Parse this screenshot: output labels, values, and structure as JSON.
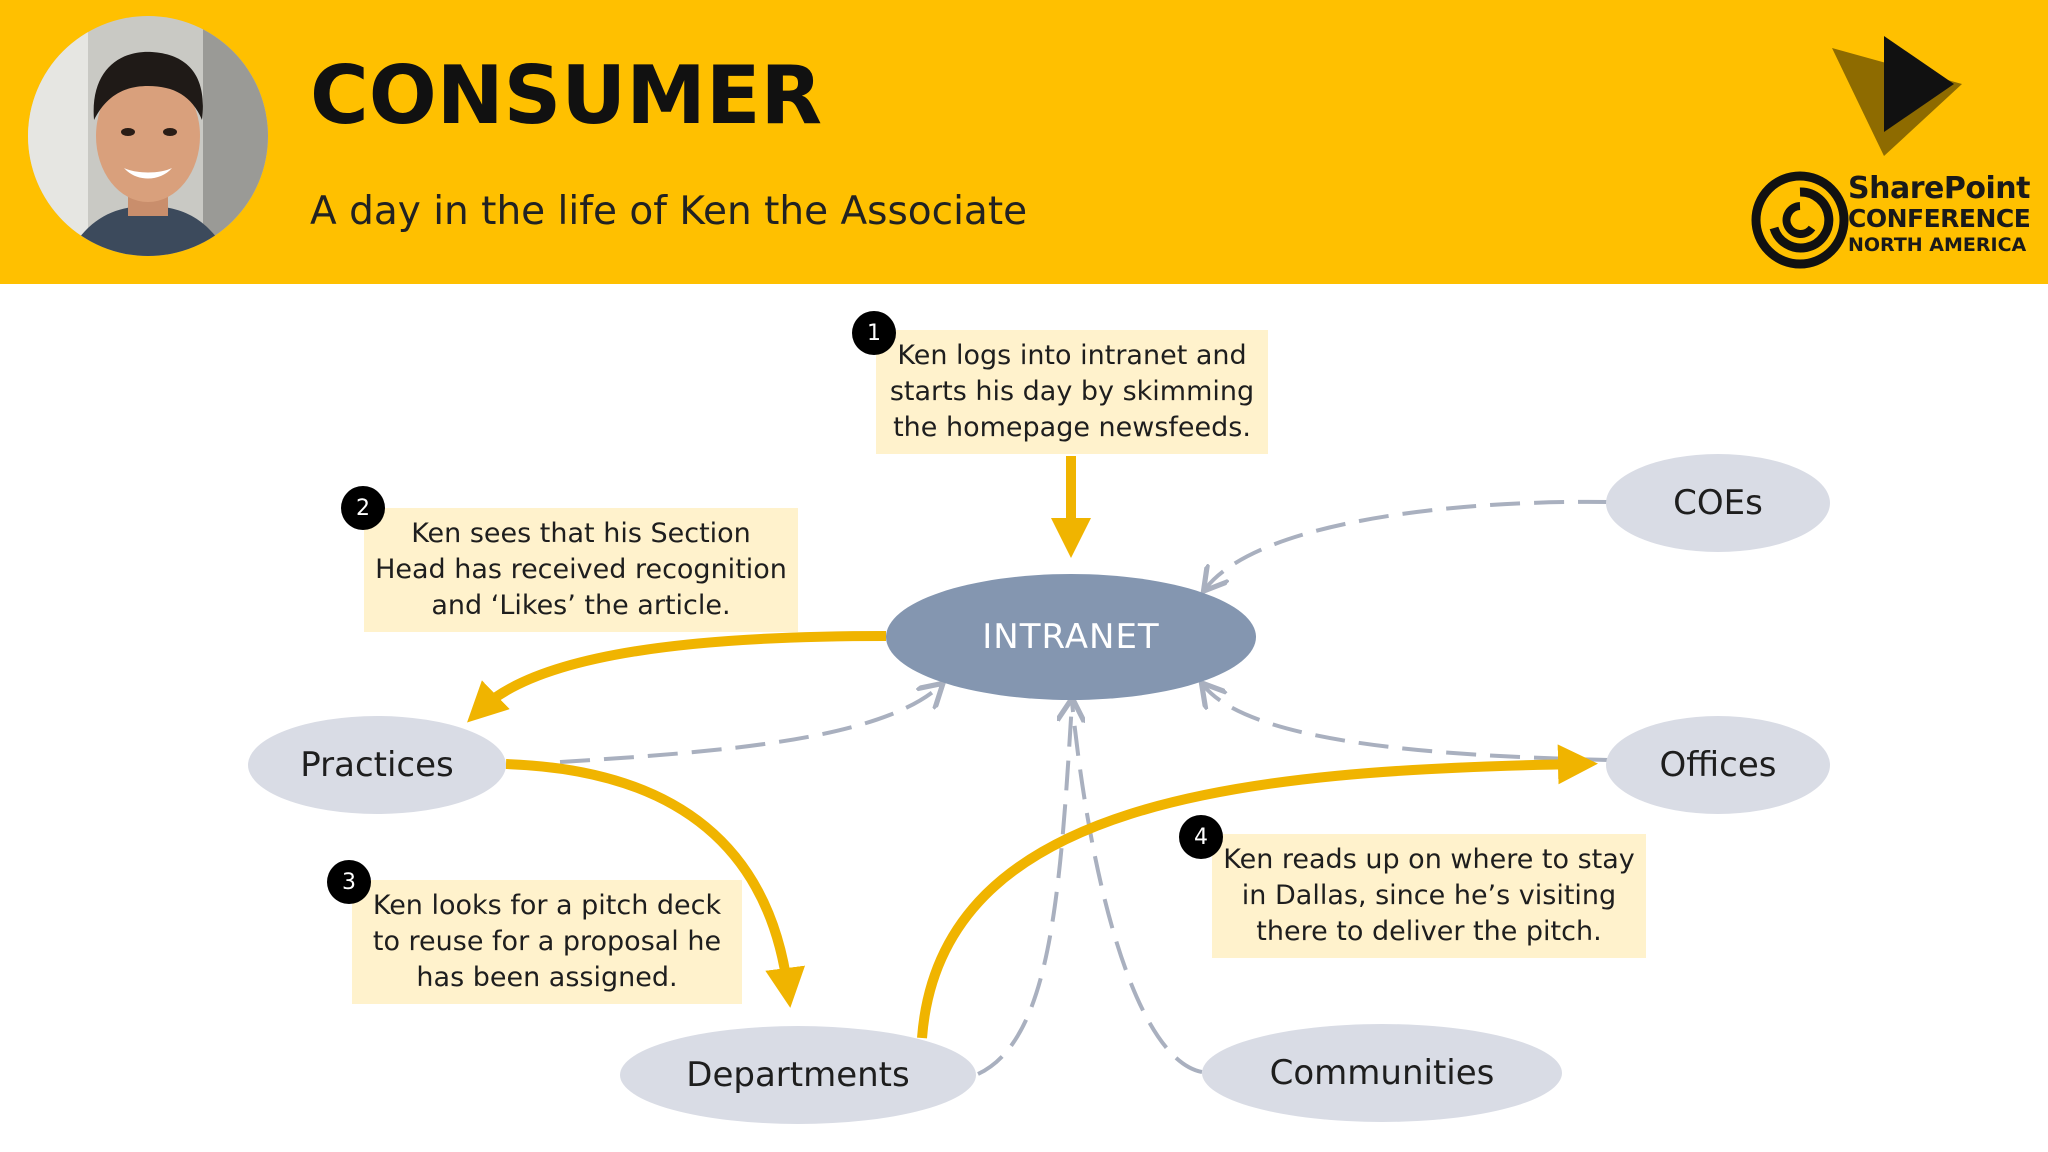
{
  "header": {
    "title": "CONSUMER",
    "subtitle": "A day in the life of Ken the Associate",
    "brand": {
      "line1": "SharePoint",
      "line2": "CONFERENCE",
      "line3": "NORTH AMERICA"
    }
  },
  "colors": {
    "header_bg": "#FFC000",
    "hub_fill": "#8496B0",
    "node_fill": "#D9DCE5",
    "note_fill": "#FFF2CC",
    "arrow_gold": "#F0B400",
    "arrow_dashed": "#A9B0BF"
  },
  "diagram": {
    "hub": {
      "label": "INTRANET"
    },
    "nodes": {
      "coes": "COEs",
      "practices": "Practices",
      "offices": "Offices",
      "departments": "Departments",
      "communities": "Communities"
    },
    "steps": [
      {
        "number": "1",
        "lines": [
          "Ken logs into intranet and",
          "starts his day by skimming",
          "the homepage newsfeeds."
        ]
      },
      {
        "number": "2",
        "lines": [
          "Ken sees that his Section",
          "Head has received recognition",
          "and ‘Likes’ the article."
        ]
      },
      {
        "number": "3",
        "lines": [
          "Ken looks for a pitch deck",
          "to reuse for a proposal he",
          "has been assigned."
        ]
      },
      {
        "number": "4",
        "lines": [
          "Ken reads up on where to stay",
          "in Dallas, since he’s visiting",
          "there to deliver the pitch."
        ]
      }
    ]
  },
  "icons": [
    "avatar-photo",
    "play-triangle-logo",
    "spiral-logo"
  ]
}
